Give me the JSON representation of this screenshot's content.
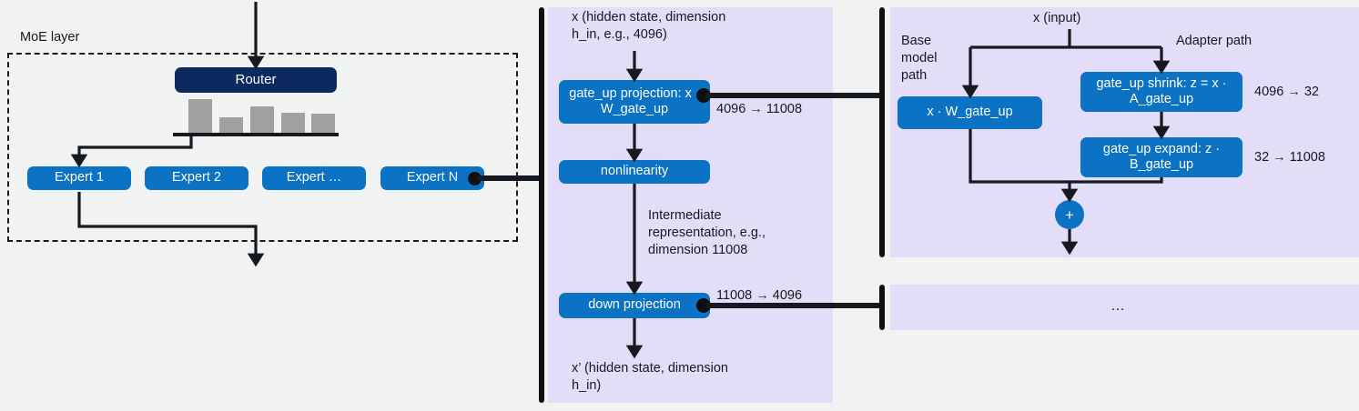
{
  "moe": {
    "title": "MoE layer",
    "router_label": "Router",
    "experts": [
      {
        "label": "Expert 1"
      },
      {
        "label": "Expert 2"
      },
      {
        "label": "Expert …"
      },
      {
        "label": "Expert N"
      }
    ],
    "router_weights": [
      0.92,
      0.42,
      0.72,
      0.55,
      0.52
    ]
  },
  "expert_detail": {
    "input_label": "x  (hidden state, dimension\nh_in, e.g., 4096)",
    "gate_up_label": "gate_up projection:\nx · W_gate_up",
    "gate_up_dims": "4096 → 11008",
    "nonlinearity_label": "nonlinearity",
    "intermediate_label": "Intermediate\nrepresentation, e.g.,\ndimension 11008",
    "down_projection_label": "down projection",
    "down_projection_dims": "11008 → 4096",
    "output_label": "x’  (hidden state, dimension\nh_in)"
  },
  "lora": {
    "input_label": "x  (input)",
    "base_path_label": "Base\nmodel\npath",
    "adapter_path_label": "Adapter path",
    "base_node_label": "x · W_gate_up",
    "shrink_label": "gate_up shrink:\nz = x · A_gate_up",
    "shrink_dims": "4096 → 32",
    "expand_label": "gate_up expand:\nz · B_gate_up",
    "expand_dims": "32 → 11008",
    "sum_symbol": "+"
  },
  "more_panel": {
    "ellipsis": "…"
  },
  "colors": {
    "background": "#f1f2f2",
    "panel": "#e3ddf8",
    "node_blue": "#0b72c4",
    "router_navy": "#0c2a5e",
    "bar_gray": "#a0a0a0",
    "stroke": "#16191f"
  }
}
